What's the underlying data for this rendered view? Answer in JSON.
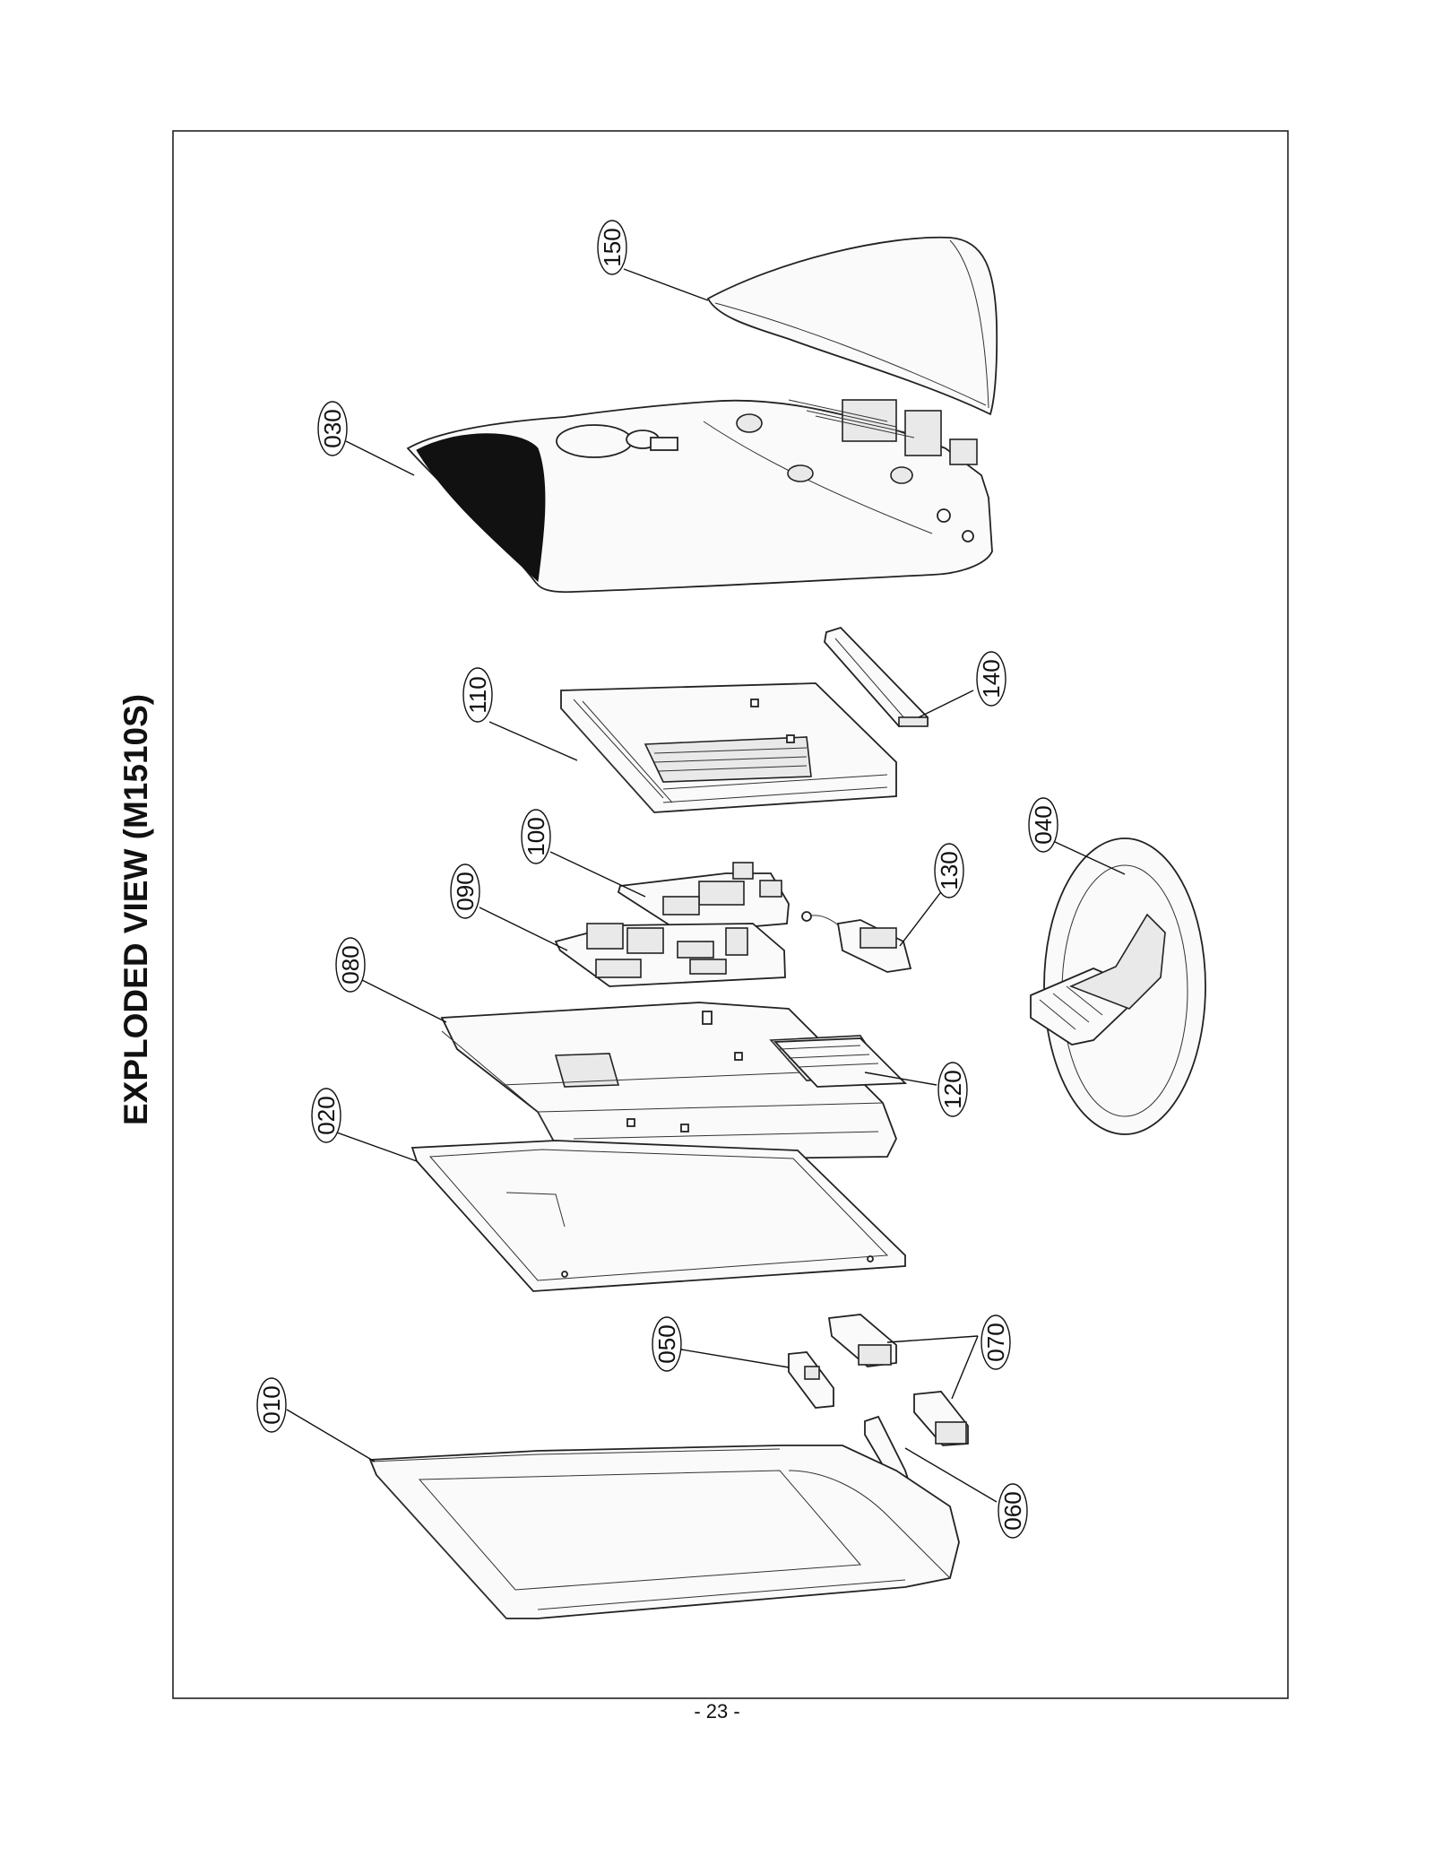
{
  "title": "EXPLODED VIEW (M1510S)",
  "page_number": "- 23 -",
  "callouts": [
    "150",
    "030",
    "110",
    "140",
    "100",
    "090",
    "130",
    "040",
    "080",
    "120",
    "020",
    "050",
    "070",
    "010",
    "060"
  ]
}
